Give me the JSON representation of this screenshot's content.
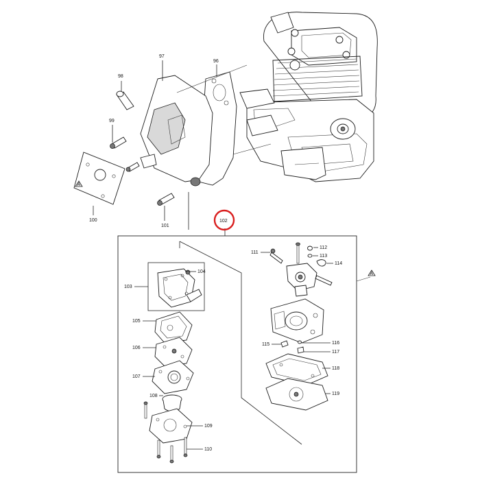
{
  "diagram": {
    "highlight_color": "#d91e1e",
    "line_color": "#222222",
    "highlighted_callout": "102",
    "callouts": [
      {
        "id": "96",
        "label": "96"
      },
      {
        "id": "97",
        "label": "97"
      },
      {
        "id": "98",
        "label": "98"
      },
      {
        "id": "99",
        "label": "99"
      },
      {
        "id": "100",
        "label": "100"
      },
      {
        "id": "101",
        "label": "101"
      },
      {
        "id": "102",
        "label": "102"
      },
      {
        "id": "103",
        "label": "103"
      },
      {
        "id": "104",
        "label": "104"
      },
      {
        "id": "105",
        "label": "105"
      },
      {
        "id": "106",
        "label": "106"
      },
      {
        "id": "107",
        "label": "107"
      },
      {
        "id": "108",
        "label": "108"
      },
      {
        "id": "109",
        "label": "109"
      },
      {
        "id": "110",
        "label": "110"
      },
      {
        "id": "111",
        "label": "111"
      },
      {
        "id": "112",
        "label": "112"
      },
      {
        "id": "113",
        "label": "113"
      },
      {
        "id": "114",
        "label": "114"
      },
      {
        "id": "115",
        "label": "115"
      },
      {
        "id": "116",
        "label": "116"
      },
      {
        "id": "117",
        "label": "117"
      },
      {
        "id": "118",
        "label": "118"
      },
      {
        "id": "119",
        "label": "119"
      }
    ],
    "marker_symbol": "A"
  }
}
